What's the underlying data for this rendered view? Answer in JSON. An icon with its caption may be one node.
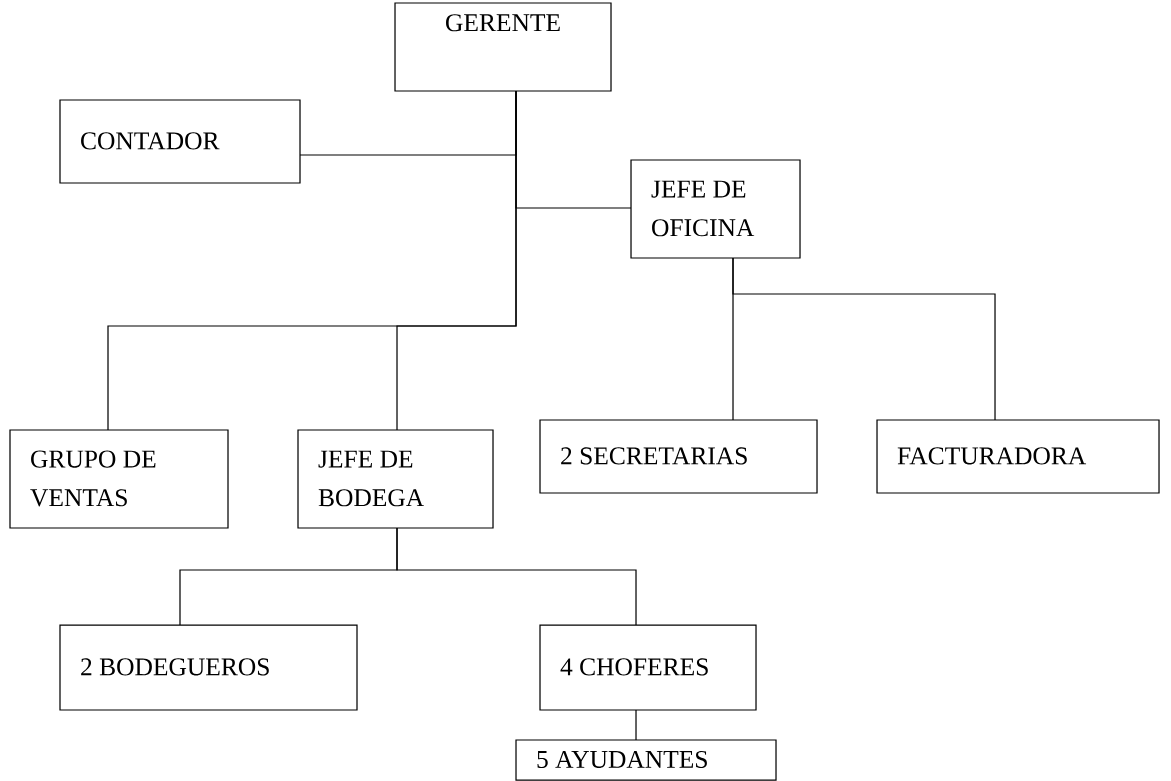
{
  "diagram": {
    "nodes": [
      {
        "text": [
          "GERENTE"
        ]
      },
      {
        "text": [
          "CONTADOR"
        ]
      },
      {
        "text": [
          "JEFE DE OFICINA"
        ]
      },
      {
        "text": [
          "GRUPO DE VENTAS"
        ]
      },
      {
        "text": [
          "JEFE DE BODEGA"
        ]
      },
      {
        "text": [
          "2 SECRETARIAS"
        ]
      },
      {
        "text": [
          "FACTURADORA"
        ]
      },
      {
        "text": [
          "2 BODEGUEROS"
        ]
      },
      {
        "text": [
          "4 CHOFERES"
        ]
      },
      {
        "text": [
          "5 AYUDANTES"
        ]
      }
    ],
    "edges": [
      {
        "from": 0,
        "to": 1,
        "arrow": "none"
      },
      {
        "from": 0,
        "to": 2,
        "arrow": "none"
      },
      {
        "from": 0,
        "to": 3,
        "arrow": "none"
      },
      {
        "from": 0,
        "to": 4,
        "arrow": "none"
      },
      {
        "from": 2,
        "to": 5,
        "arrow": "none"
      },
      {
        "from": 2,
        "to": 6,
        "arrow": "none"
      },
      {
        "from": 4,
        "to": 7,
        "arrow": "none"
      },
      {
        "from": 4,
        "to": 8,
        "arrow": "none"
      },
      {
        "from": 8,
        "to": 9,
        "arrow": "none"
      }
    ]
  }
}
